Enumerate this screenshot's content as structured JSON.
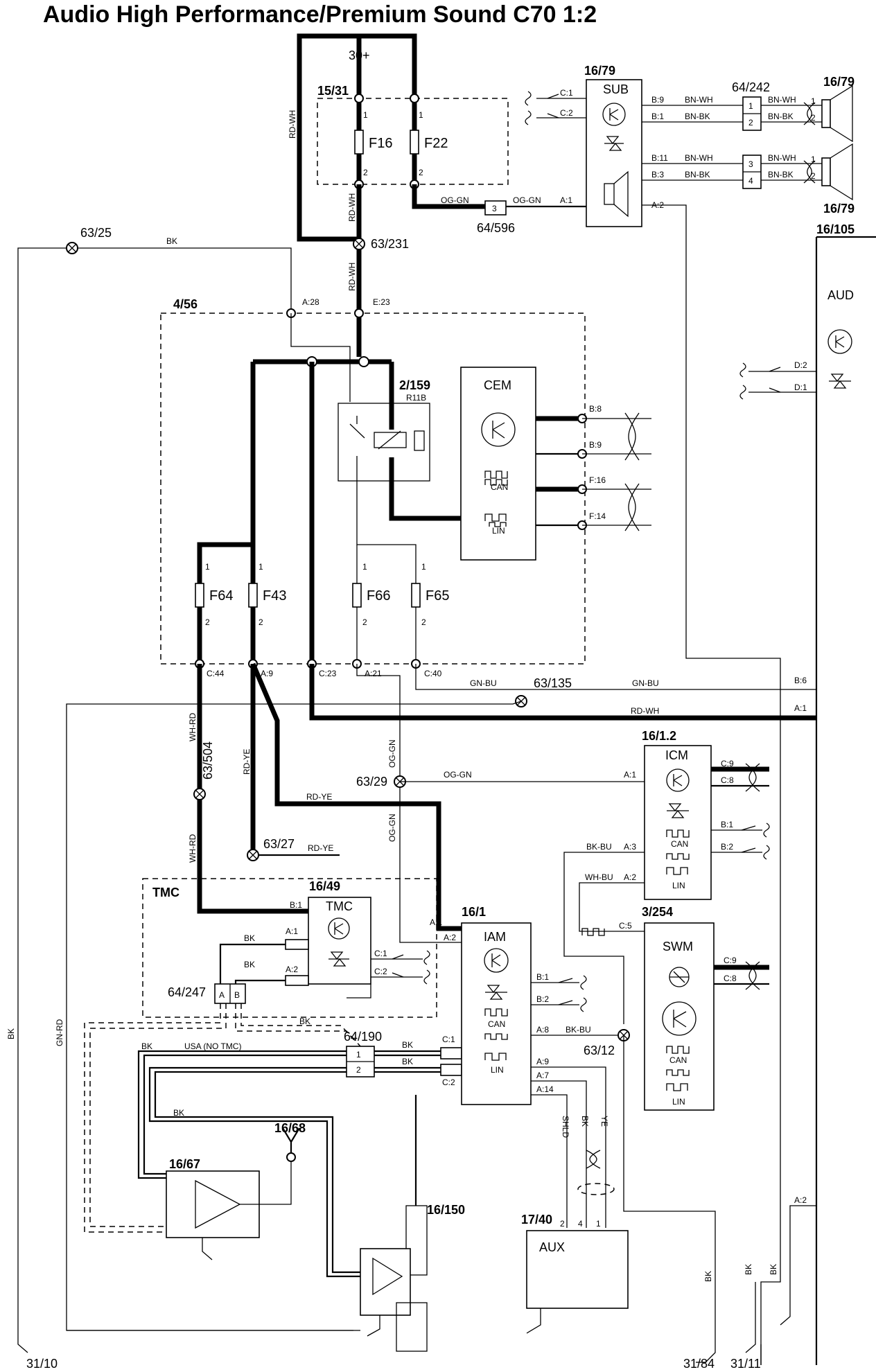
{
  "title": "Audio High Performance/Premium Sound C70 1:2",
  "components": {
    "sub": "SUB",
    "sub_id": "16/79",
    "aud": "AUD",
    "aud_id": "16/105",
    "cem": "CEM",
    "cem_block": "4/56",
    "relay_id": "2/159",
    "relay_name": "R11B",
    "fuse_box": "15/31",
    "batt": "30+",
    "icm": "ICM",
    "icm_id": "16/1.2",
    "tmc": "TMC",
    "tmc_id": "16/49",
    "tmc_box": "TMC",
    "iam": "IAM",
    "iam_id": "16/1",
    "swm": "SWM",
    "swm_id": "3/254",
    "aux": "AUX",
    "aux_id": "17/40",
    "amp_id": "16/67",
    "ant_id": "16/68",
    "mast_id": "16/150",
    "spk_top": "16/79",
    "spk_bot": "16/79",
    "conn_64_242": "64/242",
    "conn_64_596": "64/596",
    "conn_64_247": "64/247",
    "conn_64_190": "64/190",
    "usa_label": "USA (NO TMC)",
    "can": "CAN",
    "lin": "LIN"
  },
  "fuses": [
    "F16",
    "F22",
    "F64",
    "F43",
    "F66",
    "F65"
  ],
  "splices": {
    "s63_25": "63/25",
    "s63_231": "63/231",
    "s63_135": "63/135",
    "s63_29": "63/29",
    "s63_504": "63/504",
    "s63_27": "63/27",
    "s63_12": "63/12"
  },
  "grounds": {
    "g31_10": "31/10",
    "g31_84": "31/84",
    "g31_11": "31/11"
  },
  "wires": {
    "rd_wh": "RD-WH",
    "og_gn": "OG-GN",
    "bk": "BK",
    "bn_wh": "BN-WH",
    "bn_bk": "BN-BK",
    "gn_bu": "GN-BU",
    "wh_rd": "WH-RD",
    "rd_ye": "RD-YE",
    "bk_bu": "BK-BU",
    "wh_bu": "WH-BU",
    "gn_rd": "GN-RD",
    "shld": "SHLD",
    "ye": "YE"
  },
  "pins": {
    "c1": "C:1",
    "c2": "C:2",
    "b9": "B:9",
    "b1": "B:1",
    "b11": "B:11",
    "b3": "B:3",
    "a1": "A:1",
    "a2": "A:2",
    "a28": "A:28",
    "e23": "E:23",
    "b8": "B:8",
    "f16": "F:16",
    "f14": "F:14",
    "d2": "D:2",
    "d1": "D:1",
    "c44": "C:44",
    "a9": "A:9",
    "c23": "C:23",
    "a21": "A:21",
    "c40": "C:40",
    "b6": "B:6",
    "c9": "C:9",
    "c8": "C:8",
    "b2": "B:2",
    "a3": "A:3",
    "c5": "C:5",
    "a8": "A:8",
    "a7": "A:7",
    "a14": "A:14",
    "n1": "1",
    "n2": "2",
    "n3": "3",
    "n4": "4",
    "nA": "A",
    "nB": "B"
  }
}
